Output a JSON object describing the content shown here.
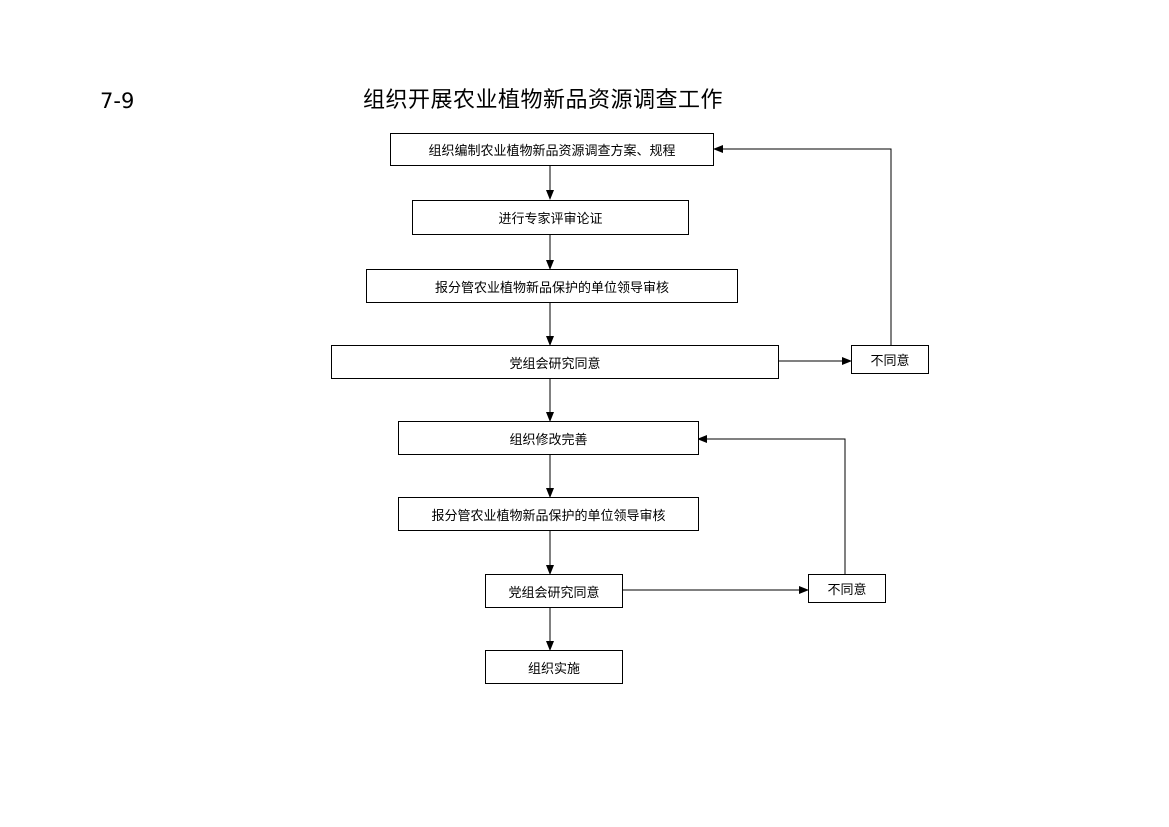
{
  "header": {
    "figure_number": "7-9",
    "title": "组织开展农业植物新品资源调查工作"
  },
  "flow": {
    "step1": "组织编制农业植物新品资源调查方案、规程",
    "step2": "进行专家评审论证",
    "step3": "报分管农业植物新品保护的单位领导审核",
    "step4": "党组会研究同意",
    "step4_reject": "不同意",
    "step5": "组织修改完善",
    "step6": "报分管农业植物新品保护的单位领导审核",
    "step7": "党组会研究同意",
    "step7_reject": "不同意",
    "step8": "组织实施"
  }
}
